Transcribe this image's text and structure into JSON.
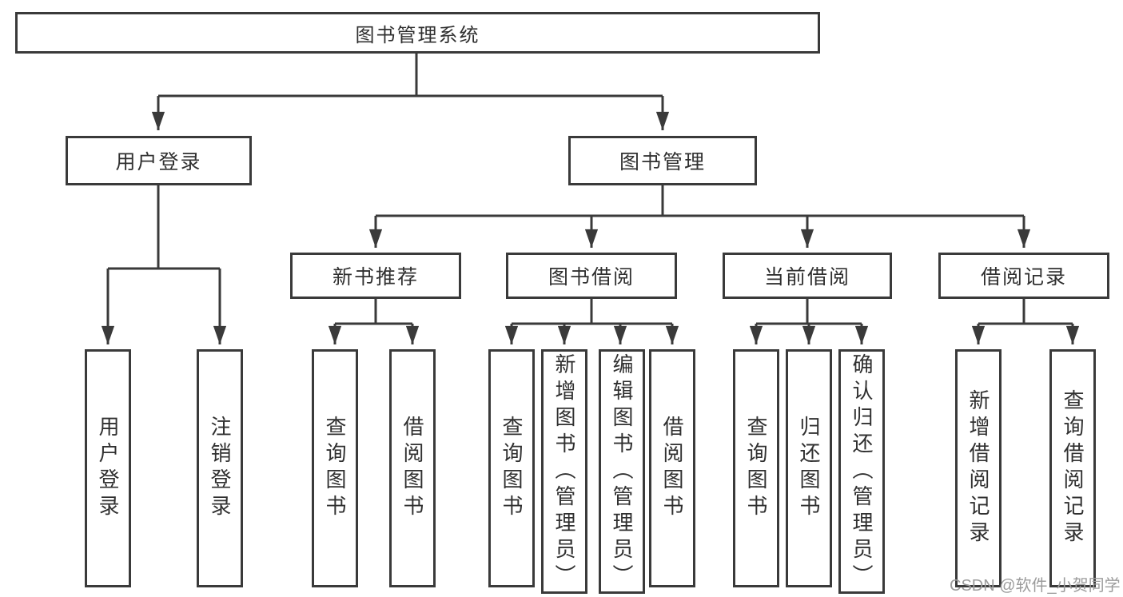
{
  "diagram": {
    "title": "图书管理系统",
    "root": {
      "label": "图书管理系统"
    },
    "level2": [
      {
        "label": "用户登录"
      },
      {
        "label": "图书管理"
      }
    ],
    "level3": [
      {
        "label": "新书推荐"
      },
      {
        "label": "图书借阅"
      },
      {
        "label": "当前借阅"
      },
      {
        "label": "借阅记录"
      }
    ],
    "leaves": {
      "user_login": [
        "用户登录",
        "注销登录"
      ],
      "new_book": [
        "查询图书",
        "借阅图书"
      ],
      "book_borrow": [
        "查询图书",
        "新增图书（管理员）",
        "编辑图书（管理员）",
        "借阅图书"
      ],
      "current_borrow": [
        "查询图书",
        "归还图书",
        "确认归还（管理员）"
      ],
      "borrow_records": [
        "新增借阅记录",
        "查询借阅记录"
      ]
    }
  },
  "watermark": {
    "text": "CSDN @软件_小贺同学"
  },
  "colors": {
    "line": "#3a3a3a",
    "box_border": "#3a3a3a",
    "text": "#303030",
    "watermark": "#9c9c9c",
    "background": "#ffffff"
  }
}
